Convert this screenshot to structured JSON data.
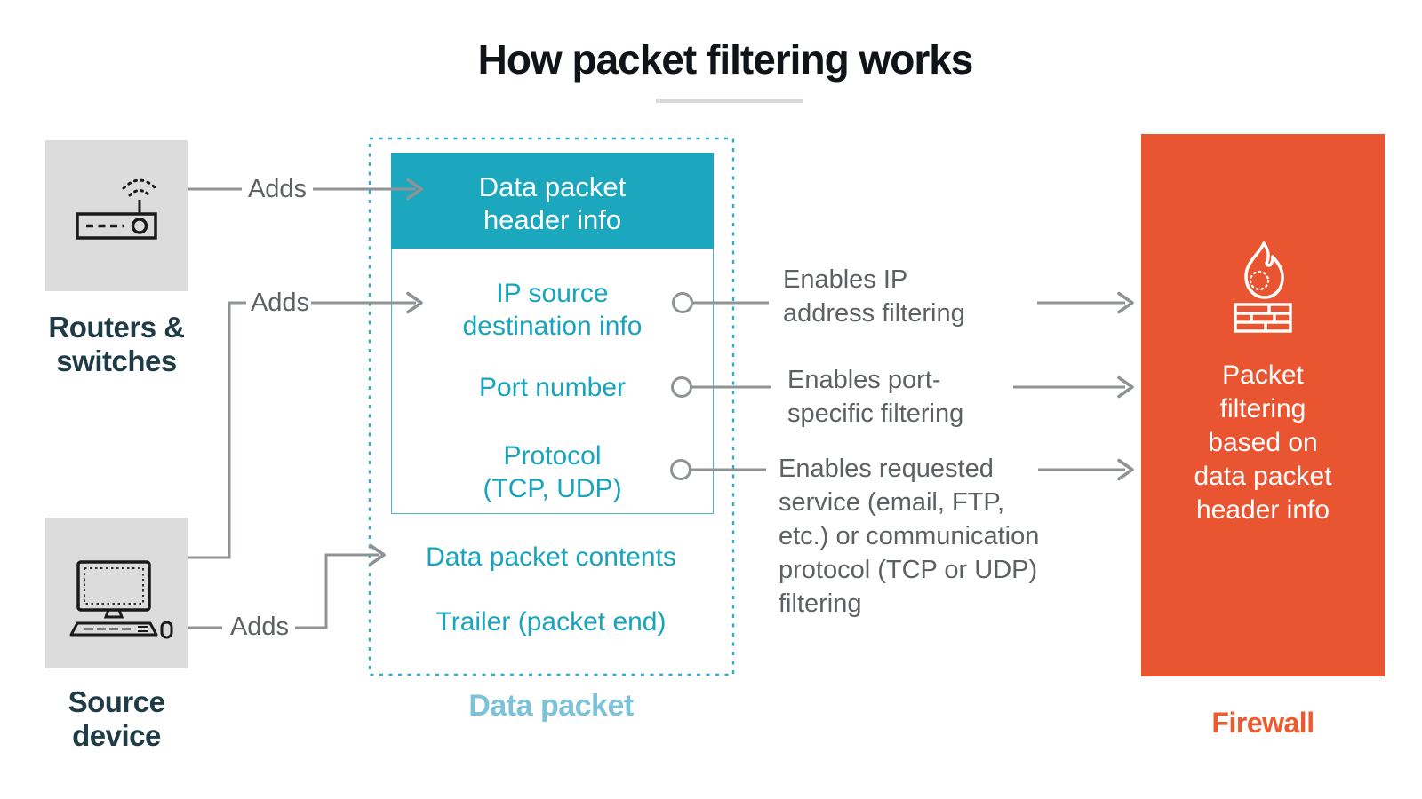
{
  "title": {
    "text": "How packet filtering works"
  },
  "nodes": {
    "routers": {
      "label": [
        "Routers &",
        "switches"
      ]
    },
    "source": {
      "label": [
        "Source",
        "device"
      ]
    }
  },
  "adds_labels": [
    "Adds",
    "Adds",
    "Adds"
  ],
  "data_packet": {
    "caption": "Data packet",
    "header": [
      "Data packet",
      "header info"
    ],
    "fields": {
      "ip": [
        "IP source",
        "destination info"
      ],
      "port": [
        "Port number"
      ],
      "protocol": [
        "Protocol",
        "(TCP, UDP)"
      ]
    },
    "contents": "Data packet contents",
    "trailer": "Trailer (packet end)"
  },
  "filter_notes": [
    {
      "lines": [
        "Enables IP",
        "address filtering"
      ]
    },
    {
      "lines": [
        "Enables port-",
        "specific filtering"
      ]
    },
    {
      "lines": [
        "Enables requested",
        "service (email, FTP,",
        "etc.) or communication",
        "protocol (TCP or UDP)",
        "filtering"
      ]
    }
  ],
  "firewall": {
    "label": [
      "Packet",
      "filtering",
      "based on",
      "data packet",
      "header info"
    ],
    "caption": "Firewall"
  },
  "icons": {
    "routers": "router-icon",
    "source": "desktop-computer-icon",
    "firewall": "firewall-flame-brick-icon"
  },
  "colors": {
    "teal_fill": "#1BA8BF",
    "teal_text": "#18A4BC",
    "teal_dash_border": "#2BACC8",
    "light_blue_caption": "#7CC3D9",
    "orange_fill": "#E85530",
    "orange_caption": "#EE5A2D",
    "dark_label": "#1F3B45",
    "connector_gray": "#909396",
    "text_gray": "#5E6163",
    "node_box_gray": "#DCDCDC",
    "title_underline": "#D8D8D8"
  }
}
